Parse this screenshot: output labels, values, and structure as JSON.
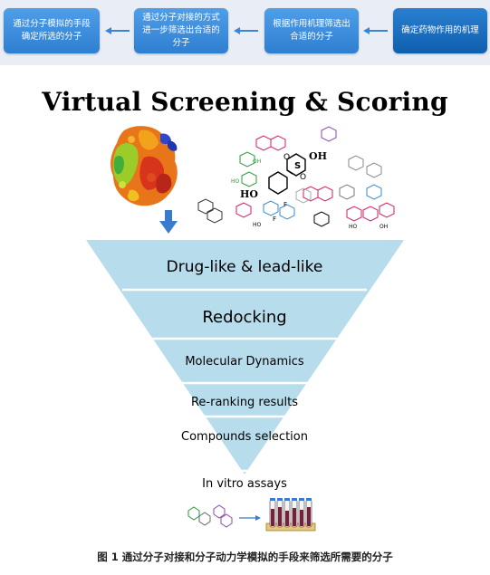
{
  "flow": {
    "steps": [
      {
        "label": "通过分子模拟的手段确定所选的分子"
      },
      {
        "label": "通过分子对接的方式进一步筛选出合适的分子"
      },
      {
        "label": "根据作用机理筛选出合适的分子"
      },
      {
        "label": "确定药物作用的机理"
      }
    ]
  },
  "title": "Virtual Screening & Scoring",
  "molecule_labels": {
    "oh": "OH",
    "ho": "HO",
    "s": "S",
    "o": "O",
    "f": "F"
  },
  "funnel": {
    "stages": [
      {
        "label": "Drug-like & lead-like"
      },
      {
        "label": "Redocking"
      },
      {
        "label": "Molecular Dynamics"
      },
      {
        "label": "Re-ranking results"
      },
      {
        "label": "Compounds selection"
      }
    ],
    "fill_color": "#b7dcec"
  },
  "assay_label": "In vitro assays",
  "caption": "图 1 通过分子对接和分子动力学模拟的手段来筛选所需要的分子",
  "colors": {
    "flow_box": "#2f7fd2",
    "flow_box_dark": "#0f5fae",
    "arrow": "#3a86d4"
  }
}
